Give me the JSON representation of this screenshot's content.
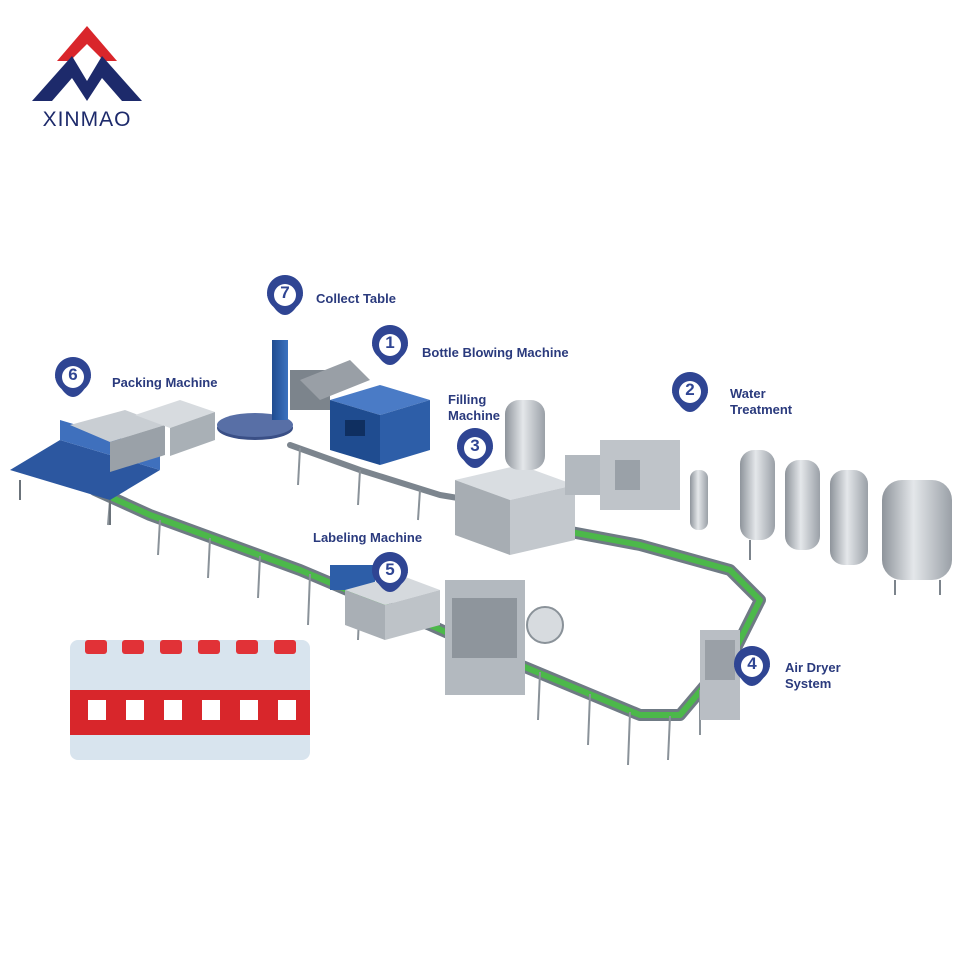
{
  "brand": {
    "name": "XINMAO",
    "primary_color": "#1d2a6b",
    "accent_color": "#d9262b"
  },
  "stations": [
    {
      "num": "1",
      "label": "Bottle Blowing Machine"
    },
    {
      "num": "2",
      "label_lines": [
        "Water",
        "Treatment"
      ]
    },
    {
      "num": "3",
      "label_lines": [
        "Filling",
        "Machine"
      ]
    },
    {
      "num": "4",
      "label_lines": [
        "Air Dryer",
        "System"
      ]
    },
    {
      "num": "5",
      "label": "Labeling Machine"
    },
    {
      "num": "6",
      "label": "Packing Machine"
    },
    {
      "num": "7",
      "label": "Collect Table"
    }
  ],
  "colors": {
    "pin": "#2f4593",
    "label": "#2a3a7d",
    "conveyor": "#4cb84a",
    "machine_blue": "#2d5ea8",
    "steel": "#b9bec4"
  }
}
